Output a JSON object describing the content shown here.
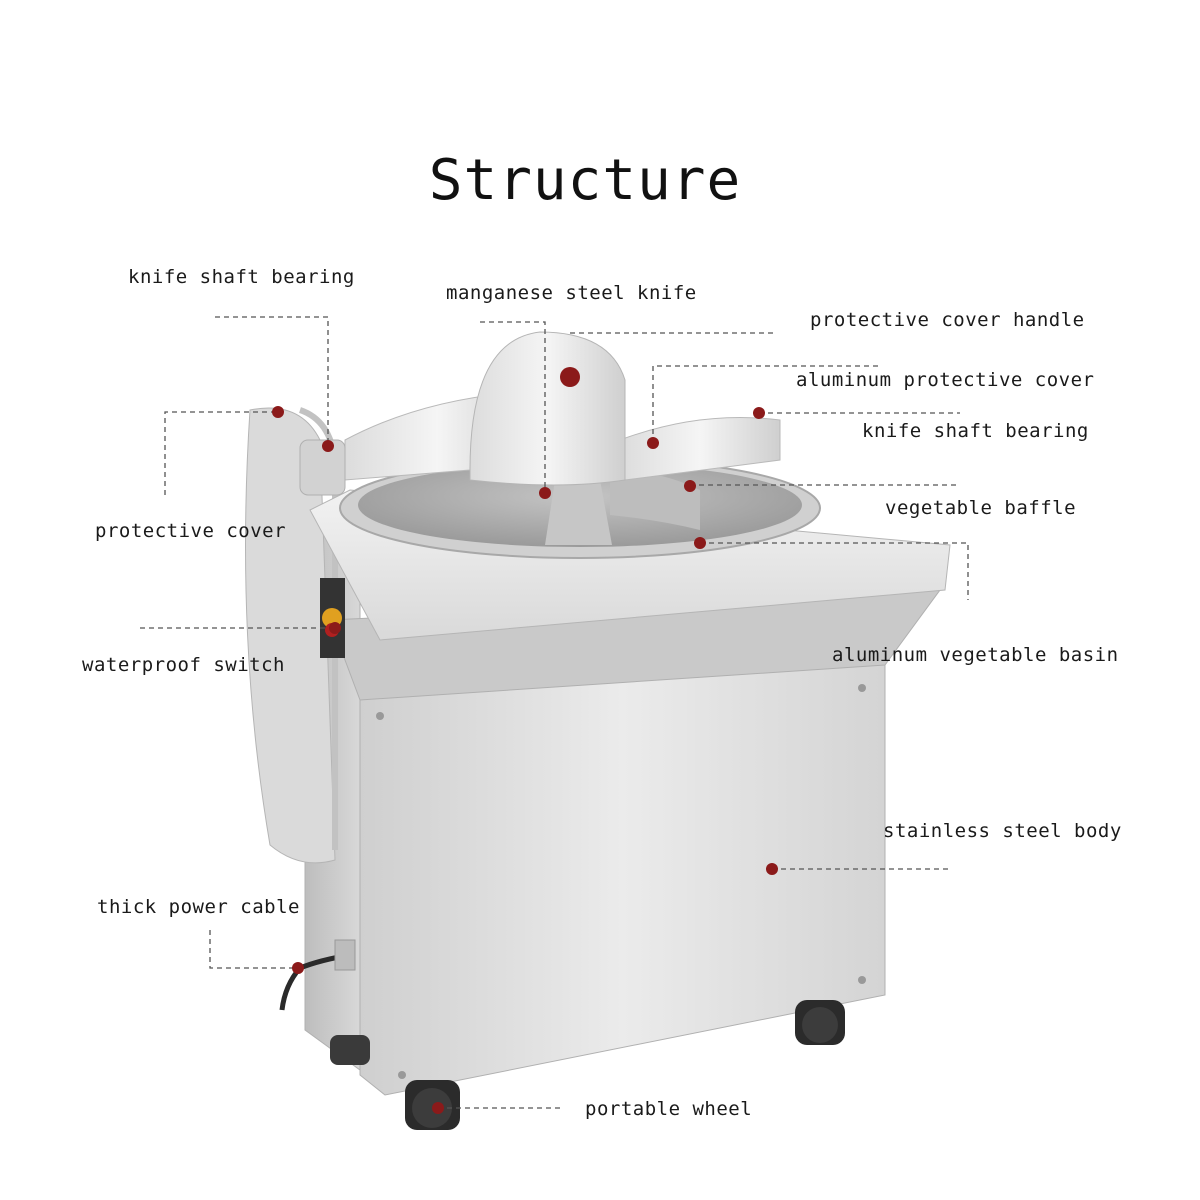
{
  "title": "Structure",
  "labels": {
    "knife_shaft_bearing_left": "knife shaft bearing",
    "manganese_steel_knife": "manganese steel knife",
    "protective_cover_handle": "protective cover handle",
    "aluminum_protective_cover": "aluminum protective cover",
    "knife_shaft_bearing_right": "knife shaft bearing",
    "vegetable_baffle": "vegetable baffle",
    "protective_cover": "protective cover",
    "waterproof_switch": "waterproof switch",
    "aluminum_vegetable_basin": "aluminum vegetable basin",
    "stainless_steel_body": "stainless steel body",
    "thick_power_cable": "thick power cable",
    "portable_wheel": "portable wheel"
  },
  "colors": {
    "marker": "#8b1a1a",
    "leader": "#555555",
    "steel_light": "#e6e6e6",
    "steel_mid": "#cfcfcf",
    "steel_dark": "#a9a9a9"
  }
}
